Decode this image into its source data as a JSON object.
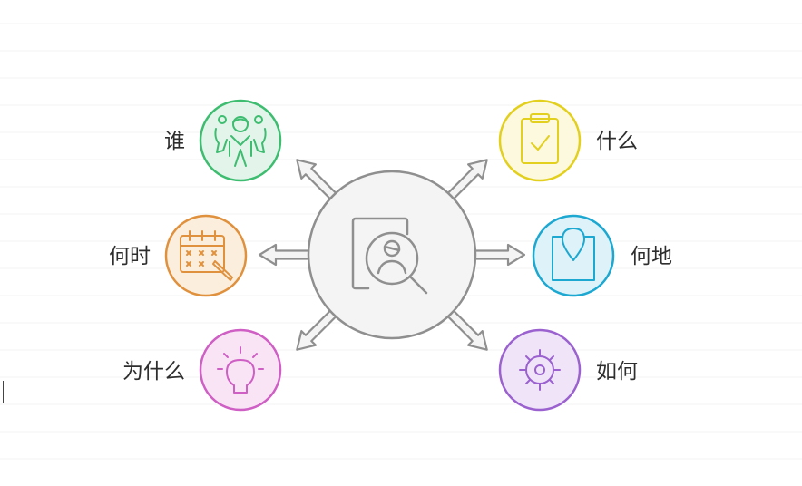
{
  "diagram": {
    "center": {
      "icon": "person-search-icon",
      "color": "#8f8f8f",
      "fill": "#f4f4f4"
    },
    "nodes": [
      {
        "id": "who",
        "label": "谁",
        "icon": "group-people-icon",
        "color": "#3ebd71",
        "fill": "#e3f5ea"
      },
      {
        "id": "when",
        "label": "何时",
        "icon": "calendar-icon",
        "color": "#e0913d",
        "fill": "#fbeedd"
      },
      {
        "id": "why",
        "label": "为什么",
        "icon": "lightbulb-icon",
        "color": "#cf5fc4",
        "fill": "#f8e4f5"
      },
      {
        "id": "what",
        "label": "什么",
        "icon": "clipboard-check-icon",
        "color": "#e3cf1e",
        "fill": "#fcf9de"
      },
      {
        "id": "where",
        "label": "何地",
        "icon": "map-pin-icon",
        "color": "#1da8d1",
        "fill": "#ddf2f9"
      },
      {
        "id": "how",
        "label": "如何",
        "icon": "gear-icon",
        "color": "#9b62cf",
        "fill": "#efe4f8"
      }
    ]
  }
}
